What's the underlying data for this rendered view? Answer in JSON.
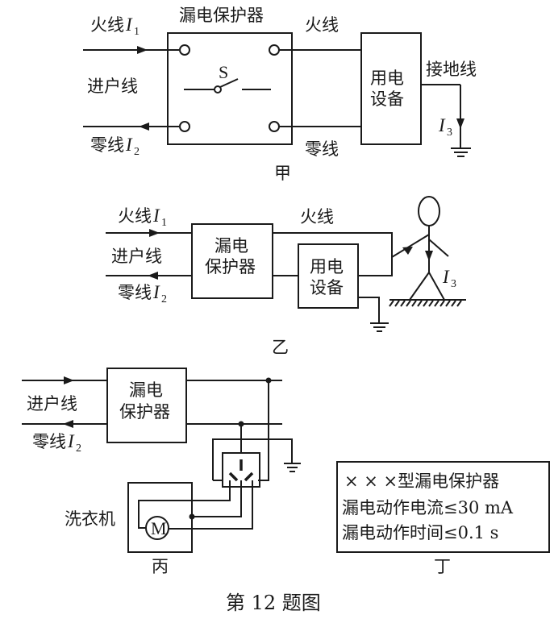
{
  "figure_caption": "第 12 题图",
  "panel_jia": {
    "label": "甲",
    "protector_title": "漏电保护器",
    "live_in_label": "火线",
    "live_in_current": "I",
    "live_in_sub": "1",
    "incoming_label": "进户线",
    "neutral_in_label": "零线",
    "neutral_in_current": "I",
    "neutral_in_sub": "2",
    "switch_label": "S",
    "live_out_label": "火线",
    "neutral_out_label": "零线",
    "device_line1": "用电",
    "device_line2": "设备",
    "ground_label": "接地线",
    "ground_current": "I",
    "ground_sub": "3"
  },
  "panel_yi": {
    "label": "乙",
    "live_in_label": "火线",
    "live_in_current": "I",
    "live_in_sub": "1",
    "incoming_label": "进户线",
    "neutral_in_label": "零线",
    "neutral_in_current": "I",
    "neutral_in_sub": "2",
    "protector_line1": "漏电",
    "protector_line2": "保护器",
    "live_out_label": "火线",
    "device_line1": "用电",
    "device_line2": "设备",
    "person_current": "I",
    "person_sub": "3"
  },
  "panel_bing": {
    "label": "丙",
    "incoming_label": "进户线",
    "neutral_in_label": "零线",
    "neutral_in_current": "I",
    "neutral_in_sub": "2",
    "protector_line1": "漏电",
    "protector_line2": "保护器",
    "washer_label": "洗衣机",
    "motor_symbol": "M"
  },
  "panel_ding": {
    "label": "丁",
    "spec_lines": [
      "× × ×型漏电保护器",
      "漏电动作电流≤30 mA",
      "漏电动作时间≤0.1 s"
    ]
  }
}
